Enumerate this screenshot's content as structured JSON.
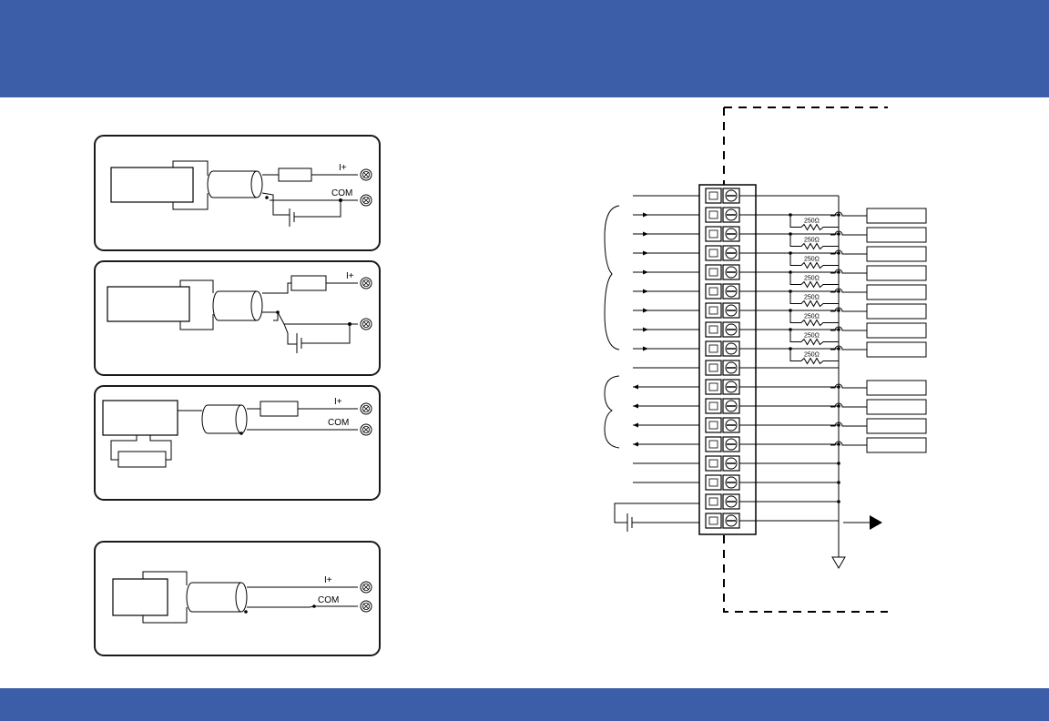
{
  "colors": {
    "banner": "#3c5ea8",
    "line": "#000000",
    "panel_border": "#1a1a1a",
    "background": "#ffffff"
  },
  "panels": [
    {
      "id": "wiring-panel-1",
      "labels": {
        "plus": "I+",
        "com": "COM"
      }
    },
    {
      "id": "wiring-panel-2",
      "labels": {
        "plus": "I+"
      }
    },
    {
      "id": "wiring-panel-3",
      "labels": {
        "plus": "I+",
        "com": "COM"
      }
    },
    {
      "id": "wiring-panel-4",
      "labels": {
        "plus": "I+",
        "com": "COM"
      }
    }
  ],
  "terminal_block": {
    "terminal_count": 18,
    "resistor_label": "250Ω",
    "resistor_count": 8,
    "input_arrows": 8,
    "output_arrows": 4
  }
}
